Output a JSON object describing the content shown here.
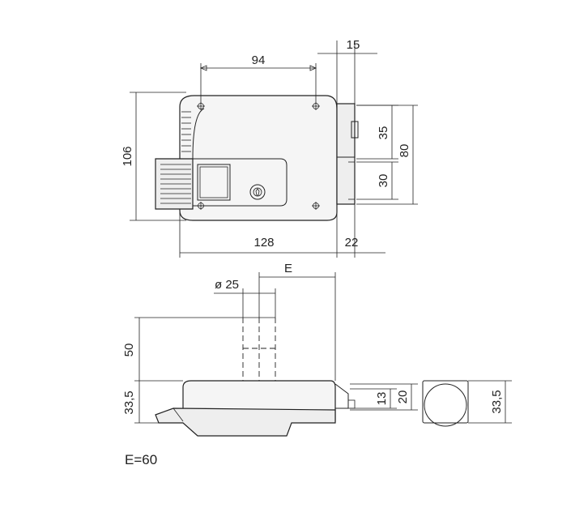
{
  "dimensions": {
    "width_top": "94",
    "bolt_throw": "15",
    "height_total": "106",
    "bolt_upper": "35",
    "bolt_span": "80",
    "bolt_lower": "30",
    "length_total": "128",
    "plate_offset": "22",
    "cylinder_diameter": "ø 25",
    "e_label": "E",
    "depth_cylinder": "50",
    "depth_body": "33,5",
    "bolt_height_small": "13",
    "bolt_height_large": "20",
    "depth_end": "33,5"
  },
  "note": "E=60"
}
